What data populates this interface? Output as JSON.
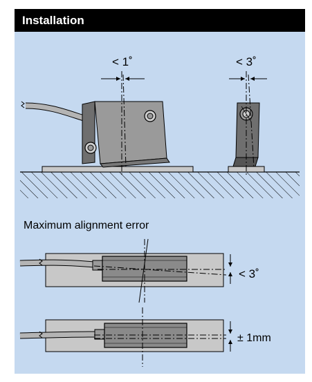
{
  "header": {
    "title": "Installation"
  },
  "diagram": {
    "angle_main": "< 1˚",
    "angle_side": "< 3˚",
    "caption": "Maximum alignment error",
    "angle_top_view": "< 3˚",
    "offset_top_view": "± 1mm"
  },
  "colors": {
    "panel": "#c5d9f0",
    "header": "#000000",
    "sensor_body": "#9a9a9a",
    "sensor_side": "#6f6f6f",
    "rail": "#c8c8c8"
  }
}
